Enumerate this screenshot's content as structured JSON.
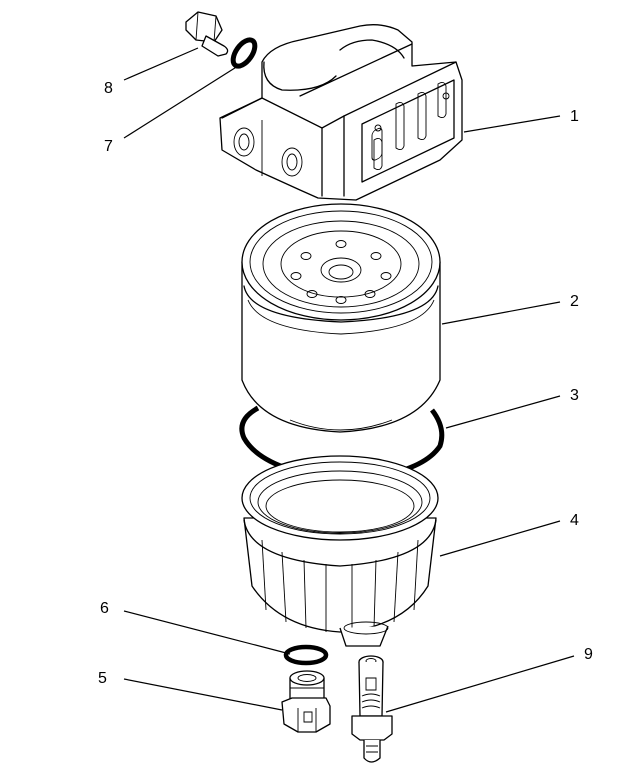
{
  "callouts": [
    {
      "id": "1",
      "text": "1"
    },
    {
      "id": "2",
      "text": "2"
    },
    {
      "id": "3",
      "text": "3"
    },
    {
      "id": "4",
      "text": "4"
    },
    {
      "id": "5",
      "text": "5"
    },
    {
      "id": "6",
      "text": "6"
    },
    {
      "id": "7",
      "text": "7"
    },
    {
      "id": "8",
      "text": "8"
    },
    {
      "id": "9",
      "text": "9"
    }
  ]
}
